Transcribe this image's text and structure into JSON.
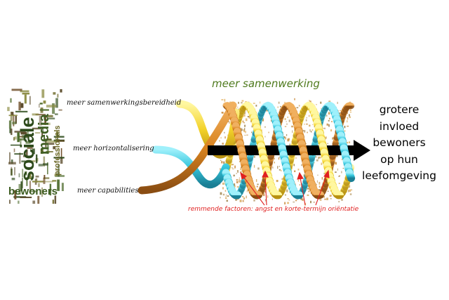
{
  "wordcloud": {
    "main_words": [
      "sociale",
      "media",
      "bewoners",
      "professionals"
    ],
    "colors": {
      "dark_green": "#2d4a1b",
      "mid_green": "#4d6b2c",
      "olive": "#6e6a2a",
      "brown": "#6b4a24"
    }
  },
  "inputs": [
    {
      "label": "meer samenwerkingsbereidheid",
      "ribbon_color": "#f1d321"
    },
    {
      "label": "meer horizontalisering",
      "ribbon_color": "#35c9dc"
    },
    {
      "label": "meer capabilities",
      "ribbon_color": "#e08a1c"
    }
  ],
  "helix": {
    "title": "meer samenwerking",
    "colors": {
      "orange": "#d98a28",
      "cyan": "#38c5dc",
      "yellow": "#f3d428",
      "arrow": "#000000",
      "title": "#4f7a1e",
      "brakes": "#e02020"
    }
  },
  "brakes_label": "remmende factoren: angst en korte-termijn oriëntatie",
  "outcome_lines": [
    "grotere",
    "invloed",
    "bewoners",
    "op hun",
    "leefomgeving"
  ]
}
